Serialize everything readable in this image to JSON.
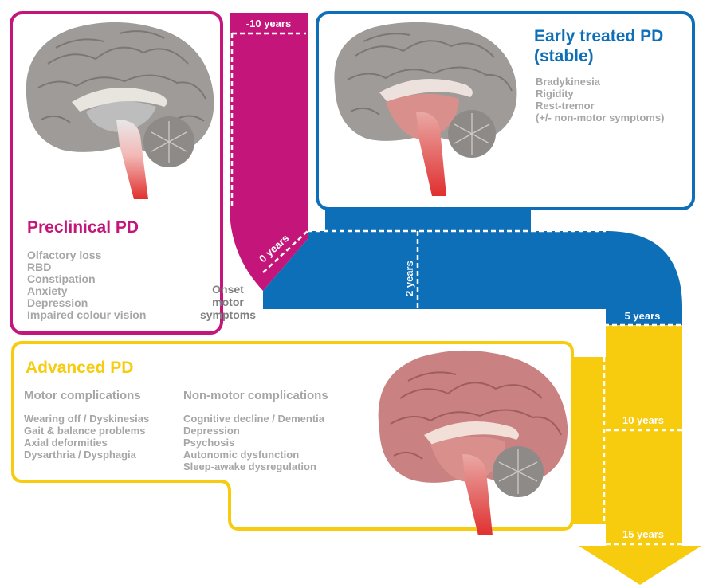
{
  "colors": {
    "preclinical": "#c4157a",
    "early": "#0e6fb9",
    "advanced": "#f7cb0e",
    "symptom_text": "#a6a6a6",
    "marker_text": "#808080",
    "brain_gray": "#9f9b98",
    "brain_pink": "#c98181",
    "stem_red": "#e0302f"
  },
  "stages": {
    "preclinical": {
      "title": "Preclinical PD",
      "symptoms": [
        "Olfactory loss",
        "RBD",
        "Constipation",
        "Anxiety",
        "Depression",
        "Impaired colour vision"
      ]
    },
    "early": {
      "title_line1": "Early treated PD",
      "title_line2": "(stable)",
      "symptoms": [
        "Bradykinesia",
        "Rigidity",
        "Rest-tremor",
        "(+/- non-motor symptoms)"
      ]
    },
    "advanced": {
      "title": "Advanced PD",
      "motor_heading": "Motor complications",
      "motor": [
        "Wearing off / Dyskinesias",
        "Gait & balance problems",
        "Axial deformities",
        "Dysarthria / Dysphagia"
      ],
      "nonmotor_heading": "Non-motor complications",
      "nonmotor": [
        "Cognitive decline / Dementia",
        "Depression",
        "Psychosis",
        "Autonomic dysfunction",
        "Sleep-awake dysregulation"
      ]
    }
  },
  "timeline": {
    "minus10": "-10 years",
    "zero": "0 years",
    "two": "2 years",
    "five": "5 years",
    "ten": "10 years",
    "fifteen": "15 years",
    "onset": [
      "Onset",
      "motor",
      "symptoms"
    ]
  },
  "icons": [
    "brain-preclinical-icon",
    "brain-early-icon",
    "brain-advanced-icon",
    "down-arrow-icon"
  ]
}
